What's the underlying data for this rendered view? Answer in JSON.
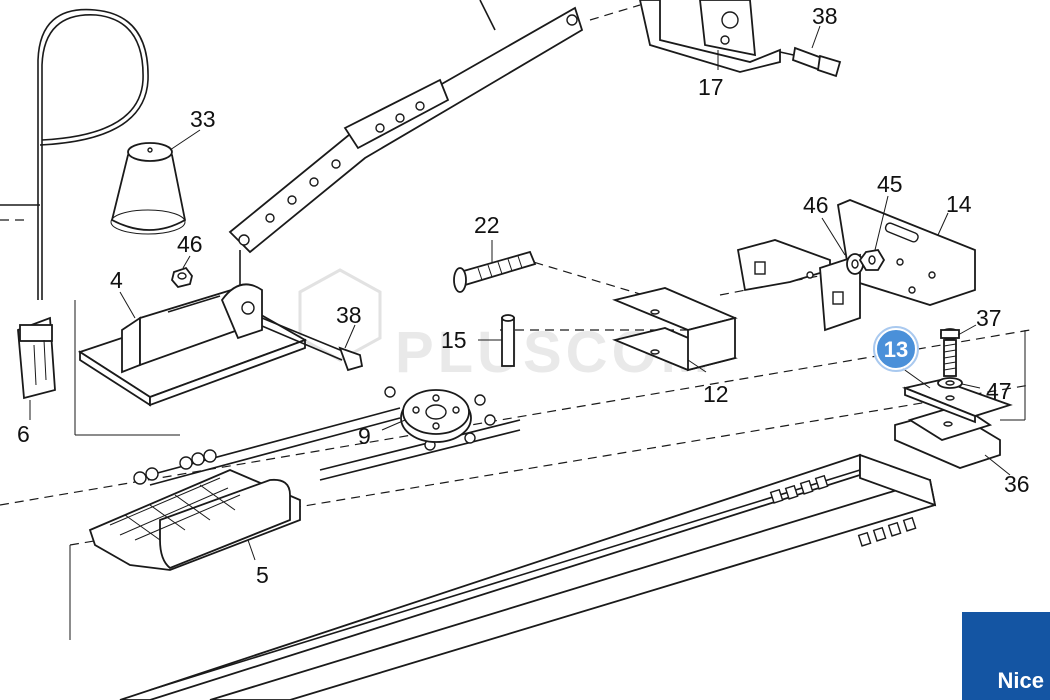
{
  "diagram": {
    "part_labels": [
      {
        "id": "p4",
        "text": "4"
      },
      {
        "id": "p5",
        "text": "5"
      },
      {
        "id": "p6",
        "text": "6"
      },
      {
        "id": "p9",
        "text": "9"
      },
      {
        "id": "p12",
        "text": "12"
      },
      {
        "id": "p14",
        "text": "14"
      },
      {
        "id": "p15",
        "text": "15"
      },
      {
        "id": "p17",
        "text": "17"
      },
      {
        "id": "p22",
        "text": "22"
      },
      {
        "id": "p33",
        "text": "33"
      },
      {
        "id": "p36",
        "text": "36"
      },
      {
        "id": "p37",
        "text": "37"
      },
      {
        "id": "p38a",
        "text": "38"
      },
      {
        "id": "p38b",
        "text": "38"
      },
      {
        "id": "p45",
        "text": "45"
      },
      {
        "id": "p46a",
        "text": "46"
      },
      {
        "id": "p46b",
        "text": "46"
      },
      {
        "id": "p47",
        "text": "47"
      }
    ],
    "highlight_badge": {
      "text": "13",
      "color": "#4a90d9"
    },
    "watermark": "PLUSCOM",
    "brand_logo": {
      "text": "Nice",
      "color": "#1455a3"
    }
  }
}
